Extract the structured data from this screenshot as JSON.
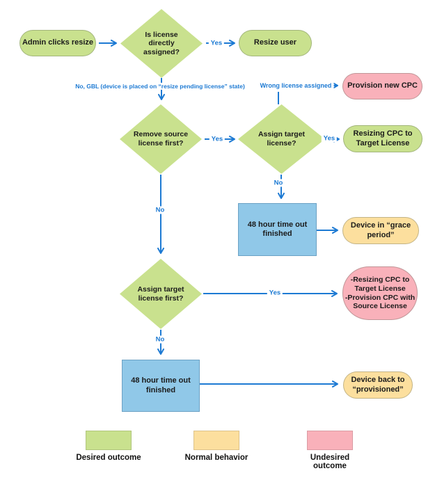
{
  "diagram": {
    "nodes": {
      "start": {
        "label": "Admin clicks resize"
      },
      "q_license_assigned": {
        "label": "Is license directly\nassigned?"
      },
      "resize_user": {
        "label": "Resize user"
      },
      "provision_new_cpc": {
        "label": "Provision new CPC"
      },
      "q_remove_source": {
        "label": "Remove source\nlicense first?"
      },
      "q_assign_target": {
        "label": "Assign target\nlicense?"
      },
      "resizing_cpc": {
        "label": "Resizing CPC to\nTarget License"
      },
      "timeout_1": {
        "label": "48 hour time out\nfinished"
      },
      "grace_period": {
        "label": "Device in “grace\nperiod”"
      },
      "q_assign_target_first": {
        "label": "Assign target\nlicense first?"
      },
      "resizing_and_provision": {
        "label": "-Resizing CPC to\nTarget License\n-Provision CPC with\nSource License"
      },
      "timeout_2": {
        "label": "48 hour time out\nfinished"
      },
      "back_provisioned": {
        "label": "Device back to\n“provisioned”"
      }
    },
    "edge_labels": {
      "yes_1": "Yes",
      "no_gbl": "No, GBL (device is placed on “resize pending license” state)",
      "wrong_license": "Wrong license assigned",
      "yes_2": "Yes",
      "yes_3": "Yes",
      "no_1": "No",
      "no_2": "No",
      "yes_4": "Yes",
      "no_3": "No"
    },
    "legend": [
      {
        "label": "Desired outcome",
        "color": "#c9e18e"
      },
      {
        "label": "Normal behavior",
        "color": "#fcdf9e"
      },
      {
        "label": "Undesired outcome",
        "color": "#f9b1ba"
      }
    ],
    "colors": {
      "green": "#c9e18e",
      "yellow": "#fcdf9e",
      "pink": "#f9b1ba",
      "blue_box": "#90c8e8",
      "arrow": "#1d7ad3"
    }
  }
}
